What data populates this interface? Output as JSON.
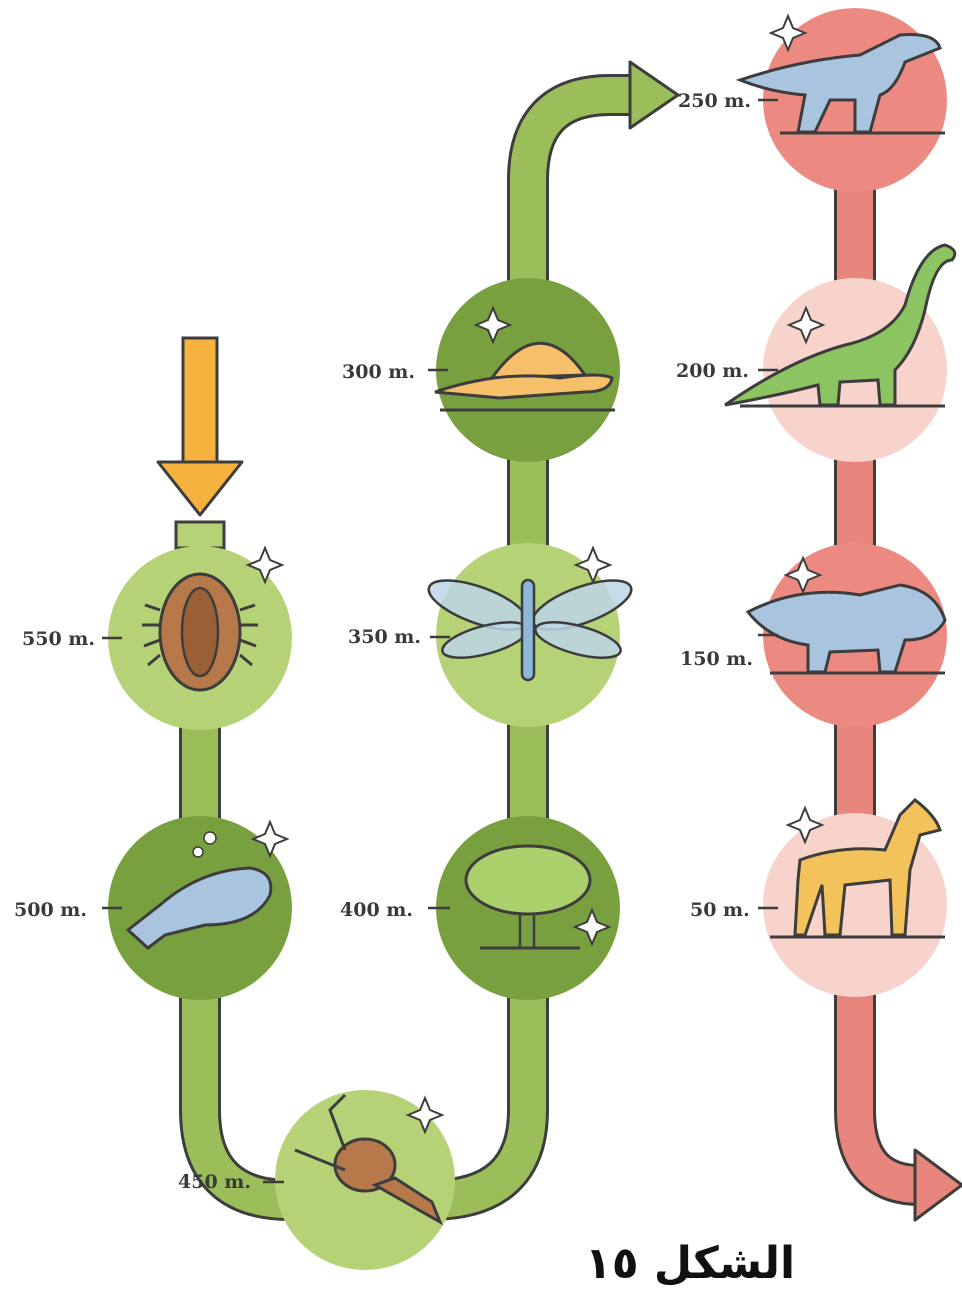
{
  "caption": "الشكل ١٥",
  "colors": {
    "green_track": "#9bbd5a",
    "green_light": "#b6d277",
    "green_dark": "#79a03e",
    "red_track": "#e8857d",
    "red_circle": "#ec8a82",
    "pink_circle": "#f7d3cb",
    "arrow_orange": "#f6b23f",
    "outline": "#3d3d3d"
  },
  "stages": [
    {
      "label": "550 m.",
      "icon": "trilobite-icon"
    },
    {
      "label": "500 m.",
      "icon": "fish-icon"
    },
    {
      "label": "450 m.",
      "icon": "scorpion-icon"
    },
    {
      "label": "400 m.",
      "icon": "tree-icon"
    },
    {
      "label": "350 m.",
      "icon": "dragonfly-icon"
    },
    {
      "label": "300 m.",
      "icon": "dimetrodon-icon"
    },
    {
      "label": "250 m.",
      "icon": "theropod-dinosaur-icon"
    },
    {
      "label": "200 m.",
      "icon": "sauropod-dinosaur-icon"
    },
    {
      "label": "150 m.",
      "icon": "triceratops-icon"
    },
    {
      "label": "50 m.",
      "icon": "horse-icon"
    }
  ]
}
